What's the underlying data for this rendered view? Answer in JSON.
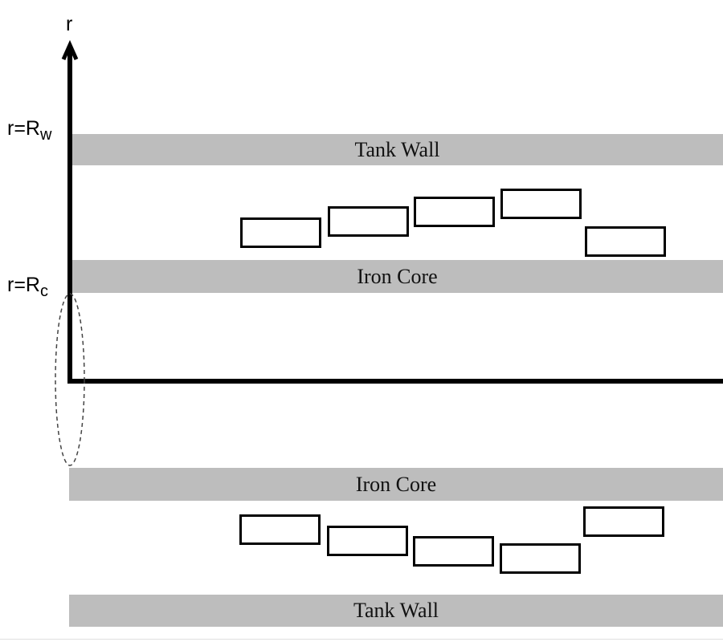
{
  "diagram": {
    "axis": {
      "vertical_label": "r"
    },
    "radius_labels": {
      "wall": {
        "prefix": "r=R",
        "sub": "w"
      },
      "core": {
        "prefix": "r=R",
        "sub": "c"
      }
    },
    "bands": {
      "upper_wall": "Tank Wall",
      "upper_core": "Iron Core",
      "lower_core": "Iron Core",
      "lower_wall": "Tank Wall"
    },
    "coils": {
      "upper_count": 5,
      "lower_count": 5
    },
    "colors": {
      "band_fill": "#bdbdbd",
      "line": "#000000"
    }
  }
}
